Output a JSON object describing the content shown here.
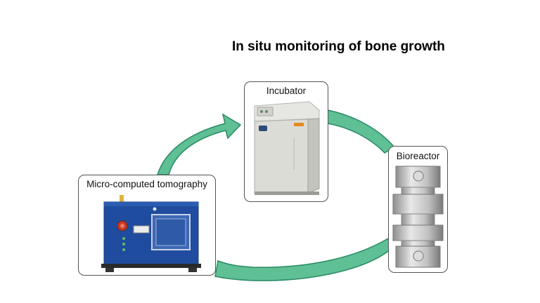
{
  "title": "In situ monitoring of bone growth",
  "diagram": {
    "nodes": [
      {
        "id": "incubator",
        "label": "Incubator",
        "icon": "incubator-icon"
      },
      {
        "id": "bioreactor",
        "label": "Bioreactor",
        "icon": "bioreactor-icon"
      },
      {
        "id": "microct",
        "label": "Micro-computed tomography",
        "icon": "micro-ct-scanner-icon"
      }
    ],
    "edges": [
      {
        "from": "microct",
        "to": "incubator"
      },
      {
        "from": "incubator",
        "to": "bioreactor"
      },
      {
        "from": "bioreactor",
        "to": "microct"
      }
    ],
    "arrow_color": "#5fbf95",
    "arrow_stroke": "#2a8b63"
  }
}
